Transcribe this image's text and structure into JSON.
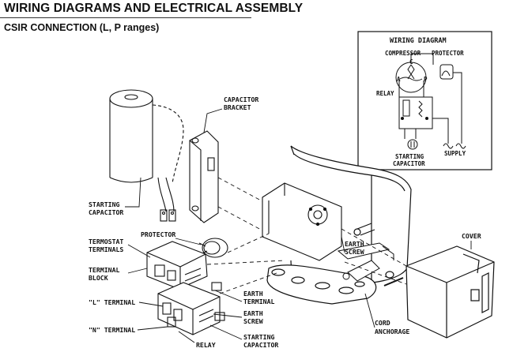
{
  "header": {
    "title": "WIRING DIAGRAMS AND ELECTRICAL ASSEMBLY",
    "subtitle": "CSIR CONNECTION (L, P ranges)"
  },
  "wiring_diagram": {
    "title": "WIRING DIAGRAM",
    "compressor": "COMPRESSOR",
    "protector": "PROTECTOR",
    "relay": "RELAY",
    "c": "C",
    "a": "A",
    "p": "P",
    "starting_capacitor_1": "STARTING",
    "starting_capacitor_2": "CAPACITOR",
    "supply": "SUPPLY"
  },
  "labels": {
    "capacitor_bracket_1": "CAPACITOR",
    "capacitor_bracket_2": "BRACKET",
    "starting_capacitor_1": "STARTING",
    "starting_capacitor_2": "CAPACITOR",
    "protector": "PROTECTOR",
    "termostat_terminals_1": "TERMOSTAT",
    "termostat_terminals_2": "TERMINALS",
    "terminal_block_1": "TERMINAL",
    "terminal_block_2": "BLOCK",
    "l_terminal": "\"L\" TERMINAL",
    "n_terminal": "\"N\" TERMINAL",
    "relay": "RELAY",
    "starting_capacitor_bottom_1": "STARTING",
    "starting_capacitor_bottom_2": "CAPACITOR",
    "earth_terminal_1": "EARTH",
    "earth_terminal_2": "TERMINAL",
    "earth_screw_1": "EARTH",
    "earth_screw_2": "SCREW",
    "earth_screw_right_1": "EARTH",
    "earth_screw_right_2": "SCREW",
    "cord_anchorage_1": "CORD",
    "cord_anchorage_2": "ANCHORAGE",
    "cover": "COVER"
  }
}
